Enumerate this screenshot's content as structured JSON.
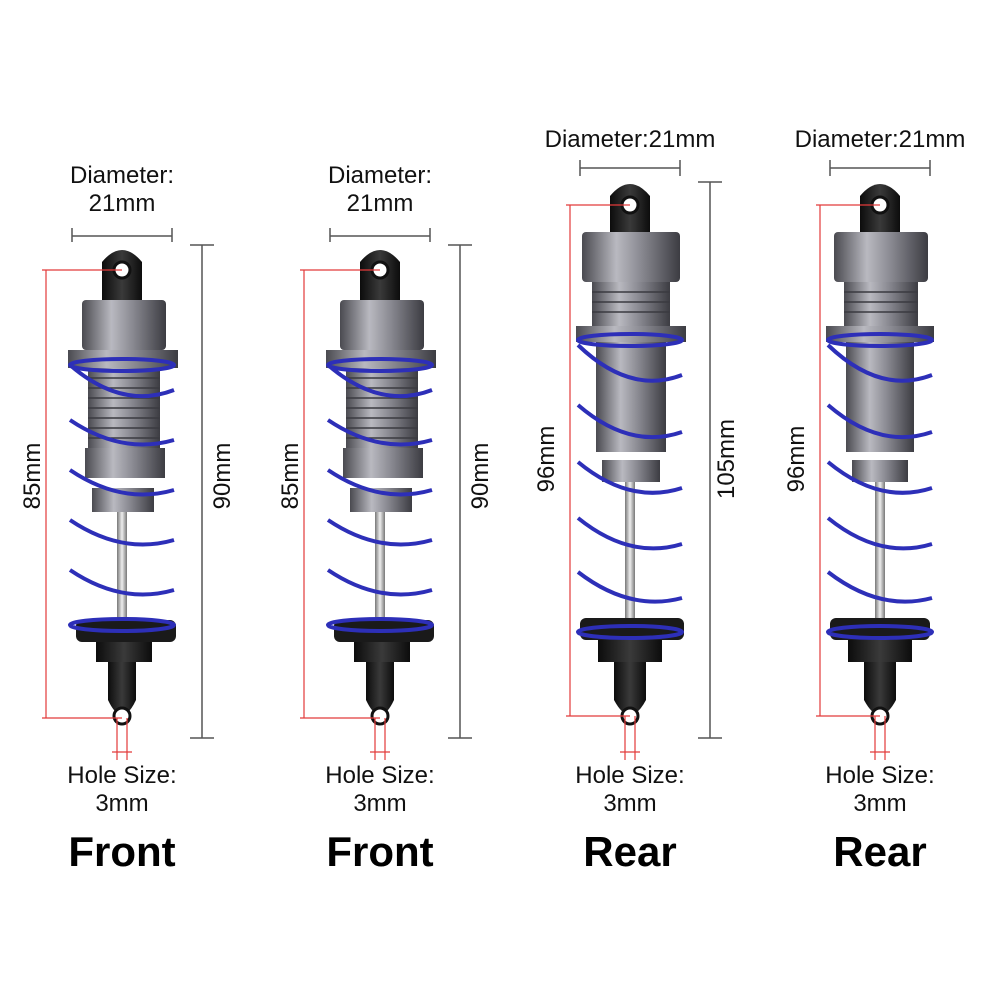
{
  "shocks": [
    {
      "id": "front-1",
      "diameter_label": "Diameter:",
      "diameter_value": "21mm",
      "hole_label": "Hole Size:",
      "hole_value": "3mm",
      "eye_to_eye": "85mm",
      "overall_length": "90mm",
      "position_label": "Front"
    },
    {
      "id": "front-2",
      "diameter_label": "Diameter:",
      "diameter_value": "21mm",
      "hole_label": "Hole Size:",
      "hole_value": "3mm",
      "eye_to_eye": "85mm",
      "overall_length": "90mm",
      "position_label": "Front"
    },
    {
      "id": "rear-1",
      "diameter_full": "Diameter:21mm",
      "hole_label": "Hole Size:",
      "hole_value": "3mm",
      "eye_to_eye": "96mm",
      "overall_length": "105mm",
      "position_label": "Rear"
    },
    {
      "id": "rear-2",
      "diameter_full": "Diameter:21mm",
      "hole_label": "Hole Size:",
      "hole_value": "3mm",
      "eye_to_eye": "96mm",
      "position_label": "Rear"
    }
  ],
  "colors": {
    "spring": "#2d2fb8",
    "body": "#7a7a80",
    "cap": "#1a1a1a",
    "measure_red": "#e23a3a",
    "measure_gray": "#555555"
  }
}
